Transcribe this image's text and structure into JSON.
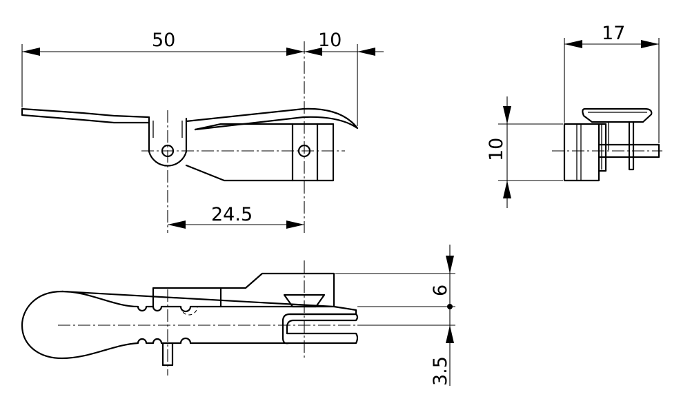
{
  "dimensions": {
    "top_view_length": "50",
    "top_view_overhang": "10",
    "top_view_hole_spacing": "24.5",
    "side_view_depth": "17",
    "side_view_height": "10",
    "bottom_view_height": "6",
    "bottom_view_pin": "3.5"
  }
}
